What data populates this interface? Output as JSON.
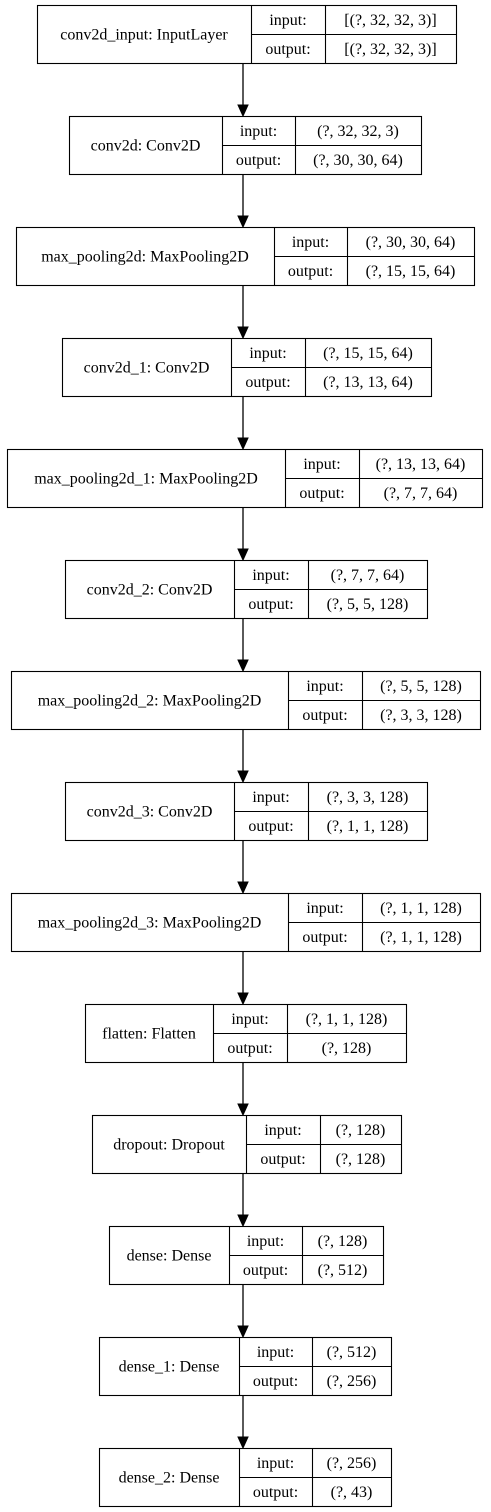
{
  "diagram": {
    "layers": [
      {
        "name": "conv2d_input: InputLayer",
        "input_label": "input:",
        "output_label": "output:",
        "input_shape": "[(?, 32, 32, 3)]",
        "output_shape": "[(?, 32, 32, 3)]"
      },
      {
        "name": "conv2d: Conv2D",
        "input_label": "input:",
        "output_label": "output:",
        "input_shape": "(?, 32, 32, 3)",
        "output_shape": "(?, 30, 30, 64)"
      },
      {
        "name": "max_pooling2d: MaxPooling2D",
        "input_label": "input:",
        "output_label": "output:",
        "input_shape": "(?, 30, 30, 64)",
        "output_shape": "(?, 15, 15, 64)"
      },
      {
        "name": "conv2d_1: Conv2D",
        "input_label": "input:",
        "output_label": "output:",
        "input_shape": "(?, 15, 15, 64)",
        "output_shape": "(?, 13, 13, 64)"
      },
      {
        "name": "max_pooling2d_1: MaxPooling2D",
        "input_label": "input:",
        "output_label": "output:",
        "input_shape": "(?, 13, 13, 64)",
        "output_shape": "(?, 7, 7, 64)"
      },
      {
        "name": "conv2d_2: Conv2D",
        "input_label": "input:",
        "output_label": "output:",
        "input_shape": "(?, 7, 7, 64)",
        "output_shape": "(?, 5, 5, 128)"
      },
      {
        "name": "max_pooling2d_2: MaxPooling2D",
        "input_label": "input:",
        "output_label": "output:",
        "input_shape": "(?, 5, 5, 128)",
        "output_shape": "(?, 3, 3, 128)"
      },
      {
        "name": "conv2d_3: Conv2D",
        "input_label": "input:",
        "output_label": "output:",
        "input_shape": "(?, 3, 3, 128)",
        "output_shape": "(?, 1, 1, 128)"
      },
      {
        "name": "max_pooling2d_3: MaxPooling2D",
        "input_label": "input:",
        "output_label": "output:",
        "input_shape": "(?, 1, 1, 128)",
        "output_shape": "(?, 1, 1, 128)"
      },
      {
        "name": "flatten: Flatten",
        "input_label": "input:",
        "output_label": "output:",
        "input_shape": "(?, 1, 1, 128)",
        "output_shape": "(?, 128)"
      },
      {
        "name": "dropout: Dropout",
        "input_label": "input:",
        "output_label": "output:",
        "input_shape": "(?, 128)",
        "output_shape": "(?, 128)"
      },
      {
        "name": "dense: Dense",
        "input_label": "input:",
        "output_label": "output:",
        "input_shape": "(?, 128)",
        "output_shape": "(?, 512)"
      },
      {
        "name": "dense_1: Dense",
        "input_label": "input:",
        "output_label": "output:",
        "input_shape": "(?, 512)",
        "output_shape": "(?, 256)"
      },
      {
        "name": "dense_2: Dense",
        "input_label": "input:",
        "output_label": "output:",
        "input_shape": "(?, 256)",
        "output_shape": "(?, 43)"
      }
    ]
  }
}
